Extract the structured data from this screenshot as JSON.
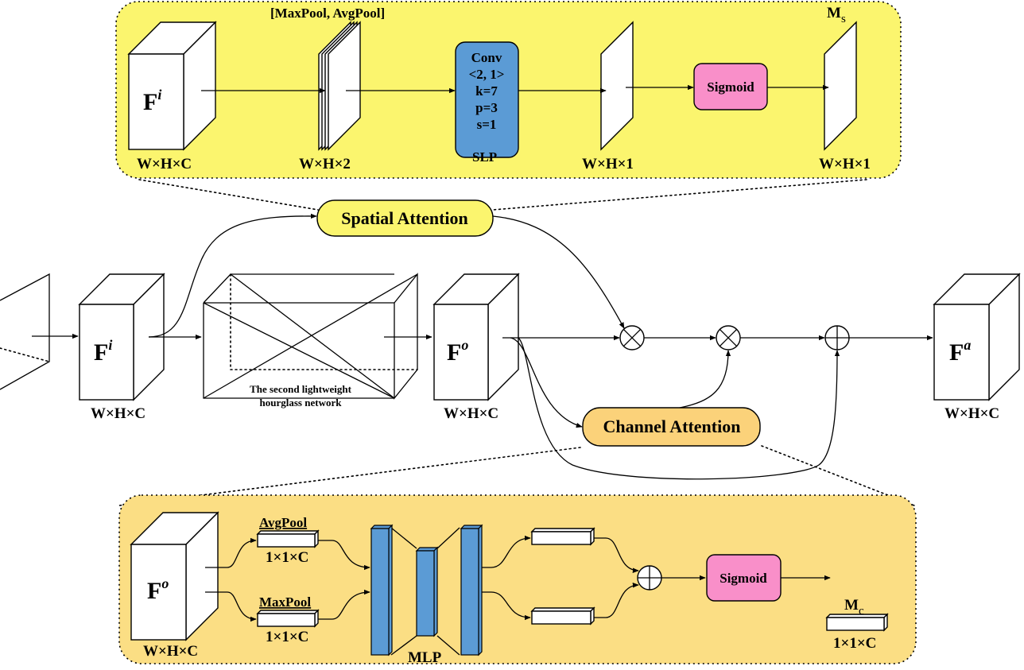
{
  "colors": {
    "spatial_panel": "#fbf56e",
    "channel_panel": "#fbde84",
    "spatial_node": "#fbf56e",
    "channel_node": "#fbd27a",
    "conv_block": "#5b9bd5",
    "sigmoid_block": "#f98fc9",
    "mlp_bar": "#5b9bd5"
  },
  "spatial": {
    "input_label": "F",
    "input_sup": "i",
    "input_dim": "W×H×C",
    "pool_label": "[MaxPool, AvgPool]",
    "pool_dim": "W×H×2",
    "conv_lines": [
      "Conv",
      "<2, 1>",
      "k=7",
      "p=3",
      "s=1"
    ],
    "slp_label": "SLP",
    "conv_out_dim": "W×H×1",
    "sigmoid_label": "Sigmoid",
    "output_label": "M",
    "output_sub": "s",
    "output_dim": "W×H×1"
  },
  "main": {
    "spatial_attention": "Spatial Attention",
    "channel_attention": "Channel Attention",
    "fi_label": "F",
    "fi_sup": "i",
    "fi_dim": "W×H×C",
    "hourglass_line1": "The second lightweight",
    "hourglass_line2": "hourglass network",
    "fo_label": "F",
    "fo_sup": "o",
    "fo_dim": "W×H×C",
    "fa_label": "F",
    "fa_sup": "a",
    "fa_dim": "W×H×C"
  },
  "channel": {
    "input_label": "F",
    "input_sup": "o",
    "input_dim": "W×H×C",
    "avgpool_label": "AvgPool",
    "avgpool_dim": "1×1×C",
    "maxpool_label": "MaxPool",
    "maxpool_dim": "1×1×C",
    "mlp_label": "MLP",
    "sigmoid_label": "Sigmoid",
    "output_label": "M",
    "output_sub": "c",
    "output_dim": "1×1×C"
  }
}
